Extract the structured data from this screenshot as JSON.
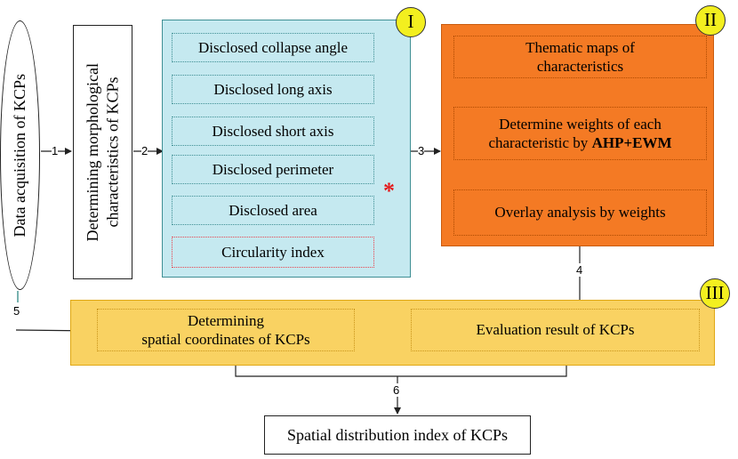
{
  "data_acquisition": "Data acquisition of KCPs",
  "morphological": [
    "Determining morphological",
    "characteristics of KCPs"
  ],
  "panel_I": {
    "badge": "I",
    "items": [
      "Disclosed collapse angle",
      "Disclosed long axis",
      "Disclosed short axis",
      "Disclosed perimeter",
      "Disclosed area",
      "Circularity index"
    ],
    "star": "*"
  },
  "panel_II": {
    "badge": "II",
    "thematic": [
      "Thematic maps of",
      "characteristics"
    ],
    "weights_line1": "Determine weights of each",
    "weights_line2_prefix": "characteristic by ",
    "weights_line2_bold": "AHP+EWM",
    "overlay": "Overlay analysis by weights"
  },
  "panel_III": {
    "badge": "III",
    "spatial": [
      "Determining",
      "spatial coordinates of KCPs"
    ],
    "evaluation": "Evaluation result of KCPs"
  },
  "final": "Spatial distribution index of KCPs",
  "step_labels": [
    "1",
    "2",
    "3",
    "4",
    "5",
    "6"
  ],
  "colors": {
    "panel_I": "#c5e9f0",
    "panel_II": "#f47a24",
    "panel_III": "#f9d262",
    "badge": "#f3ef1f",
    "circularity_border": "#e8454f",
    "star": "#e41a1c",
    "link_teal": "#1f7f7a"
  }
}
